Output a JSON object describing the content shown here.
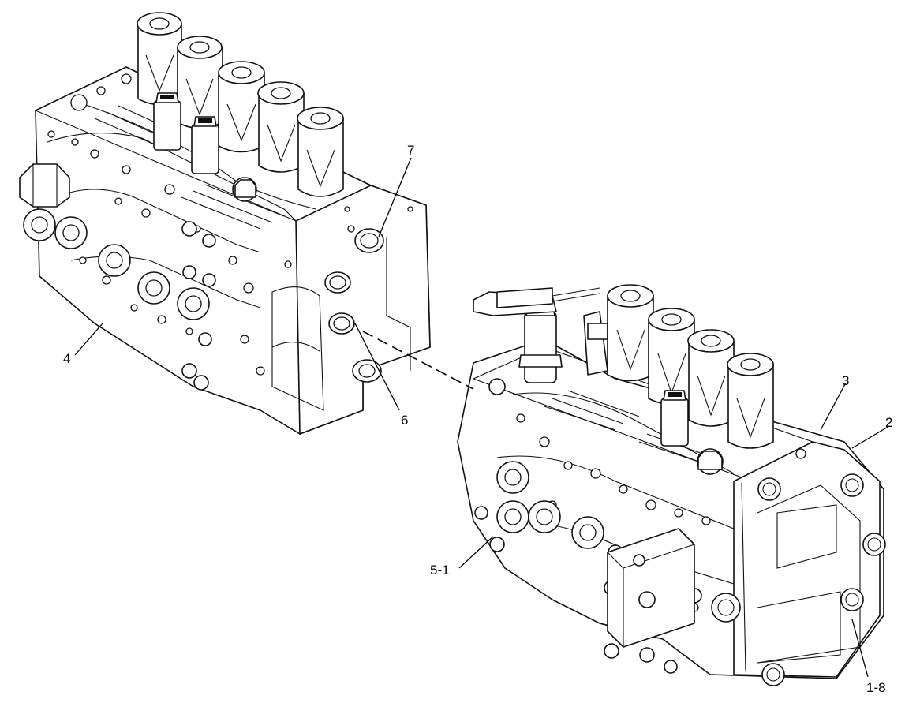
{
  "callouts": [
    {
      "id": "c7",
      "label": "7"
    },
    {
      "id": "c6",
      "label": "6"
    },
    {
      "id": "c4",
      "label": "4"
    },
    {
      "id": "c3",
      "label": "3"
    },
    {
      "id": "c2",
      "label": "2"
    },
    {
      "id": "c51",
      "label": "5-1"
    },
    {
      "id": "c18",
      "label": "1-8"
    }
  ]
}
